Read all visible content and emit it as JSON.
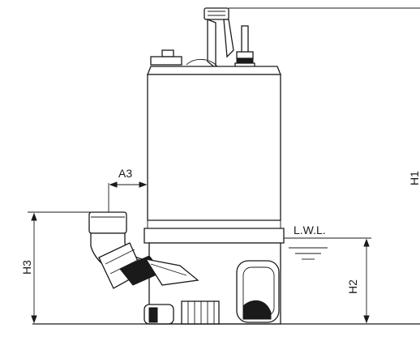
{
  "diagram": {
    "labels": {
      "a3": "A3",
      "h1": "H1",
      "h2": "H2",
      "h3": "H3",
      "lwl": "L.W.L."
    },
    "line_color": "#1a1a1a",
    "background": "#ffffff"
  }
}
